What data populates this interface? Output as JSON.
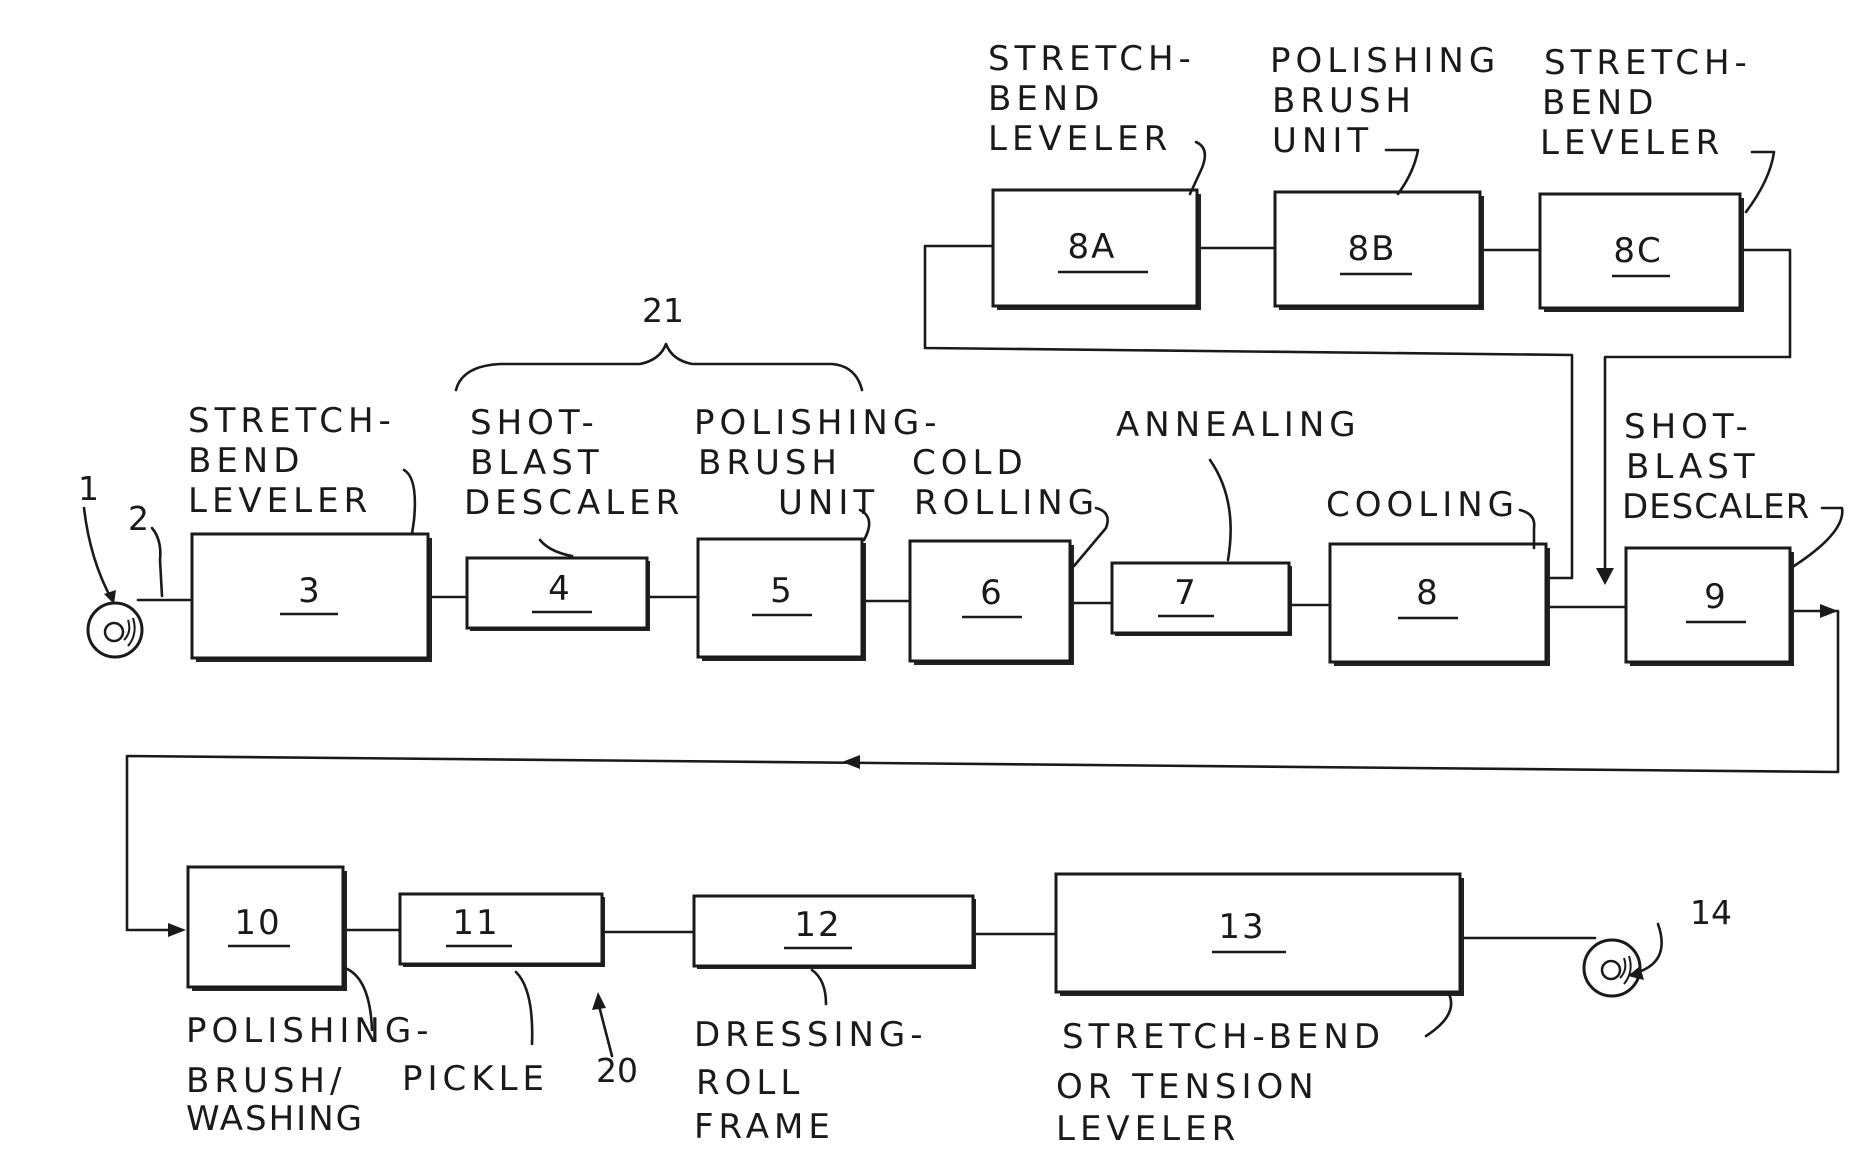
{
  "units": [
    {
      "id": "3",
      "label": [
        "STRETCH-",
        "BEND",
        "LEVELER"
      ]
    },
    {
      "id": "4",
      "label": [
        "SHOT-",
        "BLAST",
        "DESCALER"
      ]
    },
    {
      "id": "5",
      "label": [
        "POLISHING-",
        "BRUSH",
        "UNIT"
      ]
    },
    {
      "id": "6",
      "label": [
        "COLD",
        "ROLLING"
      ]
    },
    {
      "id": "7",
      "label": [
        "ANNEALING"
      ]
    },
    {
      "id": "8",
      "label": [
        "COOLING"
      ]
    },
    {
      "id": "8a",
      "label": [
        "STRETCH-",
        "BEND",
        "LEVELER"
      ]
    },
    {
      "id": "8b",
      "label": [
        "POLISHING",
        "BRUSH",
        "UNIT"
      ]
    },
    {
      "id": "8c",
      "label": [
        "STRETCH-",
        "BEND",
        "LEVELER"
      ]
    },
    {
      "id": "9",
      "label": [
        "SHOT-",
        "BLAST",
        "DESCALER"
      ]
    },
    {
      "id": "10",
      "label": [
        "POLISHING-",
        "BRUSH/",
        "WASHING"
      ]
    },
    {
      "id": "11",
      "label": [
        "PICKLE"
      ]
    },
    {
      "id": "12",
      "label": [
        "DRESSING-",
        "ROLL",
        "FRAME"
      ]
    },
    {
      "id": "13",
      "label": [
        "STRETCH-BEND",
        "OR TENSION",
        "LEVELER"
      ]
    }
  ],
  "refs": {
    "coil_in": "1",
    "strip": "2",
    "group": "21",
    "pickle_outlet": "20",
    "coil_out": "14"
  }
}
